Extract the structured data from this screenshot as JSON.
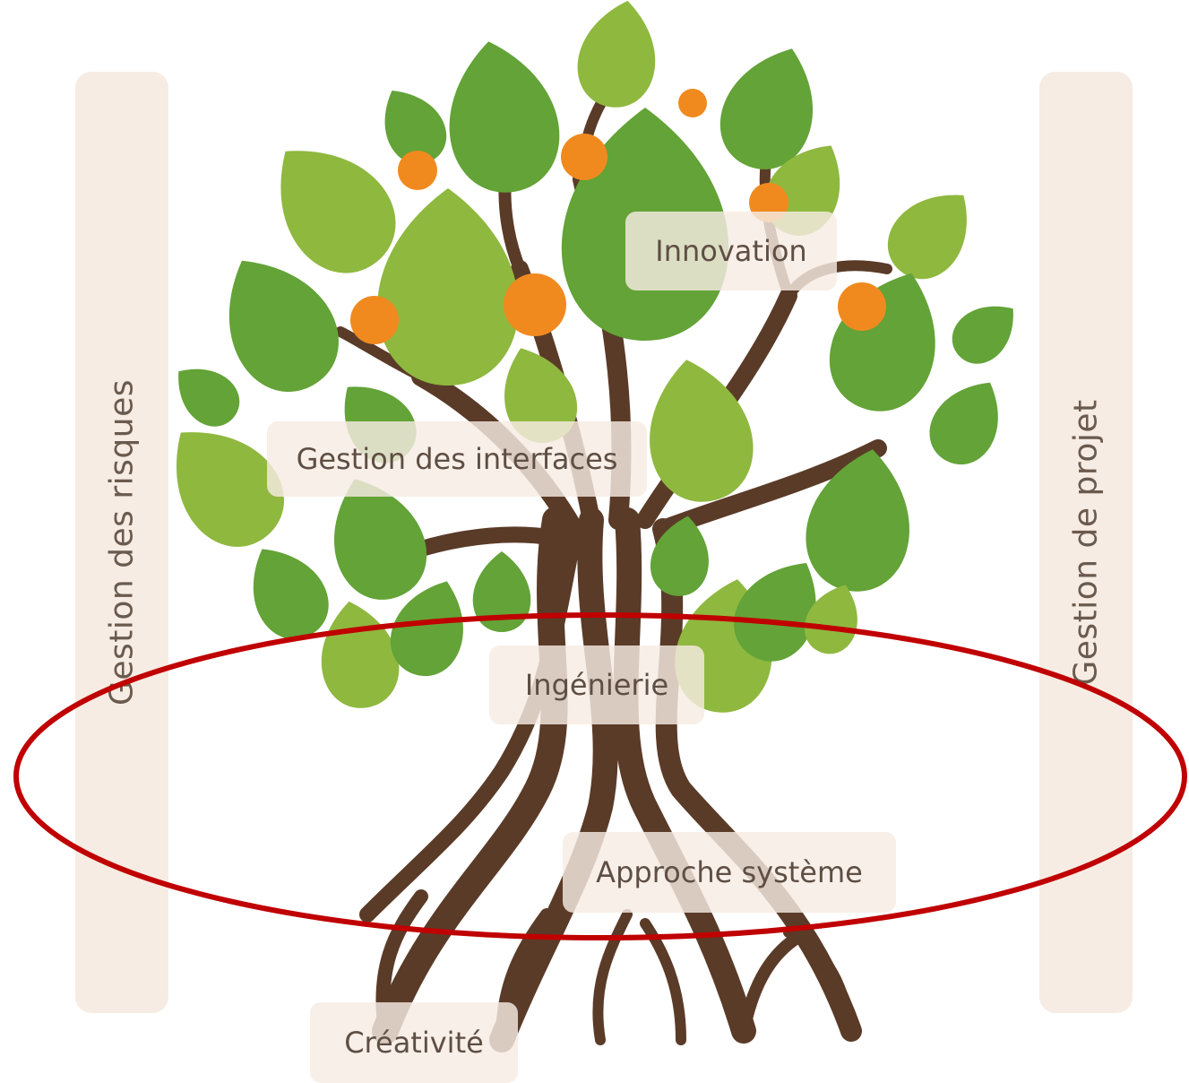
{
  "left_bar": {
    "label": "Gestion des risques"
  },
  "right_bar": {
    "label": "Gestion de projet"
  },
  "tags": {
    "innovation": "Innovation",
    "interfaces": "Gestion des interfaces",
    "ingenierie": "Ingénierie",
    "approche": "Approche système",
    "creativite": "Créativité"
  },
  "colors": {
    "bar": "#f6ece3",
    "trunk": "#5a3b28",
    "leaf_dark": "#63a337",
    "leaf_light": "#8fb83f",
    "fruit": "#f08a1f",
    "highlight_ring": "#c00000"
  }
}
